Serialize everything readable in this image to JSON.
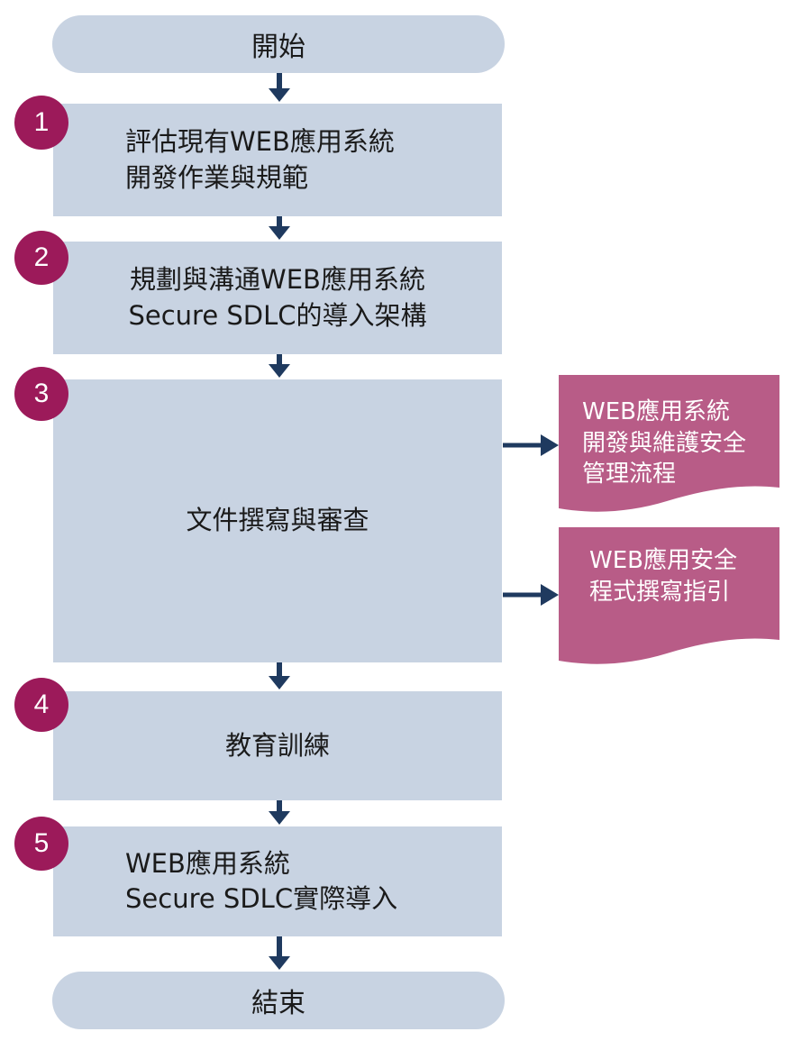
{
  "start": "開始",
  "end": "結束",
  "steps": [
    {
      "num": "1",
      "lines": [
        "評估現有WEB應用系統",
        "開發作業與規範"
      ]
    },
    {
      "num": "2",
      "lines": [
        "規劃與溝通WEB應用系統",
        "Secure SDLC的導入架構"
      ]
    },
    {
      "num": "3",
      "lines": [
        "文件撰寫與審查"
      ]
    },
    {
      "num": "4",
      "lines": [
        "教育訓練"
      ]
    },
    {
      "num": "5",
      "lines": [
        "WEB應用系統",
        "Secure SDLC實際導入"
      ]
    }
  ],
  "documents": [
    {
      "lines": [
        "WEB應用系統",
        "開發與維護安全",
        "管理流程"
      ]
    },
    {
      "lines": [
        "WEB應用安全",
        "程式撰寫指引"
      ]
    }
  ],
  "colors": {
    "box_fill": "#c8d3e2",
    "badge_fill": "#9c1a5a",
    "document_fill": "#b85c87",
    "arrow": "#1f3a5f"
  }
}
